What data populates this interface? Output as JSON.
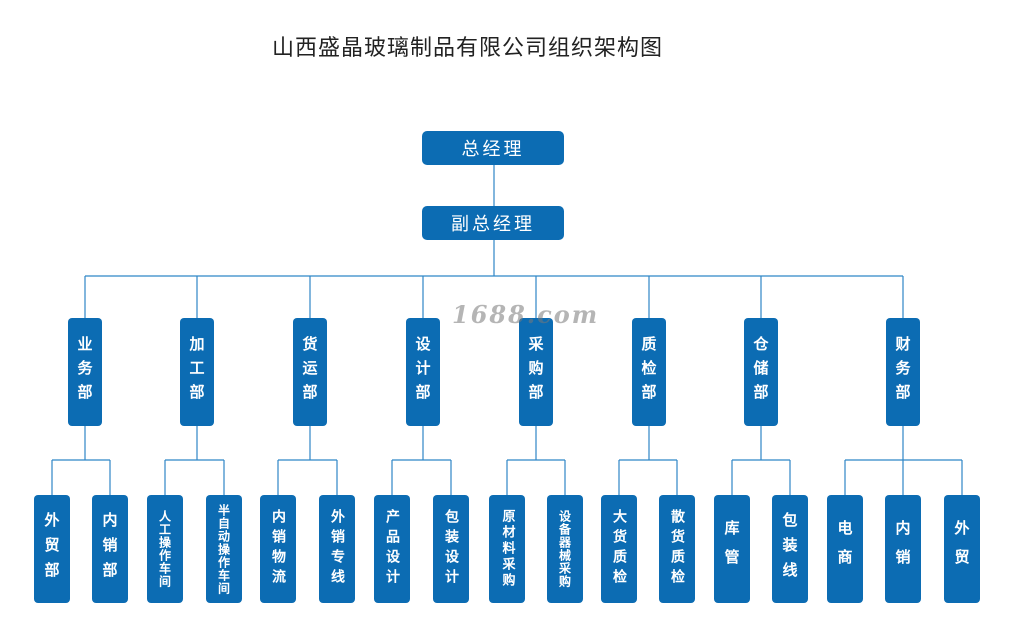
{
  "title": "山西盛晶玻璃制品有限公司组织架构图",
  "gm": "总经理",
  "vgm": "副总经理",
  "watermark": "1688.com",
  "departments": [
    {
      "label": "业务部",
      "subs": [
        "外贸部",
        "内销部"
      ]
    },
    {
      "label": "加工部",
      "subs": [
        "人工操作车间",
        "半自动操作车间"
      ]
    },
    {
      "label": "货运部",
      "subs": [
        "内销物流",
        "外销专线"
      ]
    },
    {
      "label": "设计部",
      "subs": [
        "产品设计",
        "包装设计"
      ]
    },
    {
      "label": "采购部",
      "subs": [
        "原材料采购",
        "设备器械采购"
      ]
    },
    {
      "label": "质检部",
      "subs": [
        "大货质检",
        "散货质检"
      ]
    },
    {
      "label": "仓储部",
      "subs": [
        "库管",
        "包装线"
      ]
    },
    {
      "label": "财务部",
      "subs": [
        "电商",
        "内销",
        "外贸"
      ]
    }
  ]
}
